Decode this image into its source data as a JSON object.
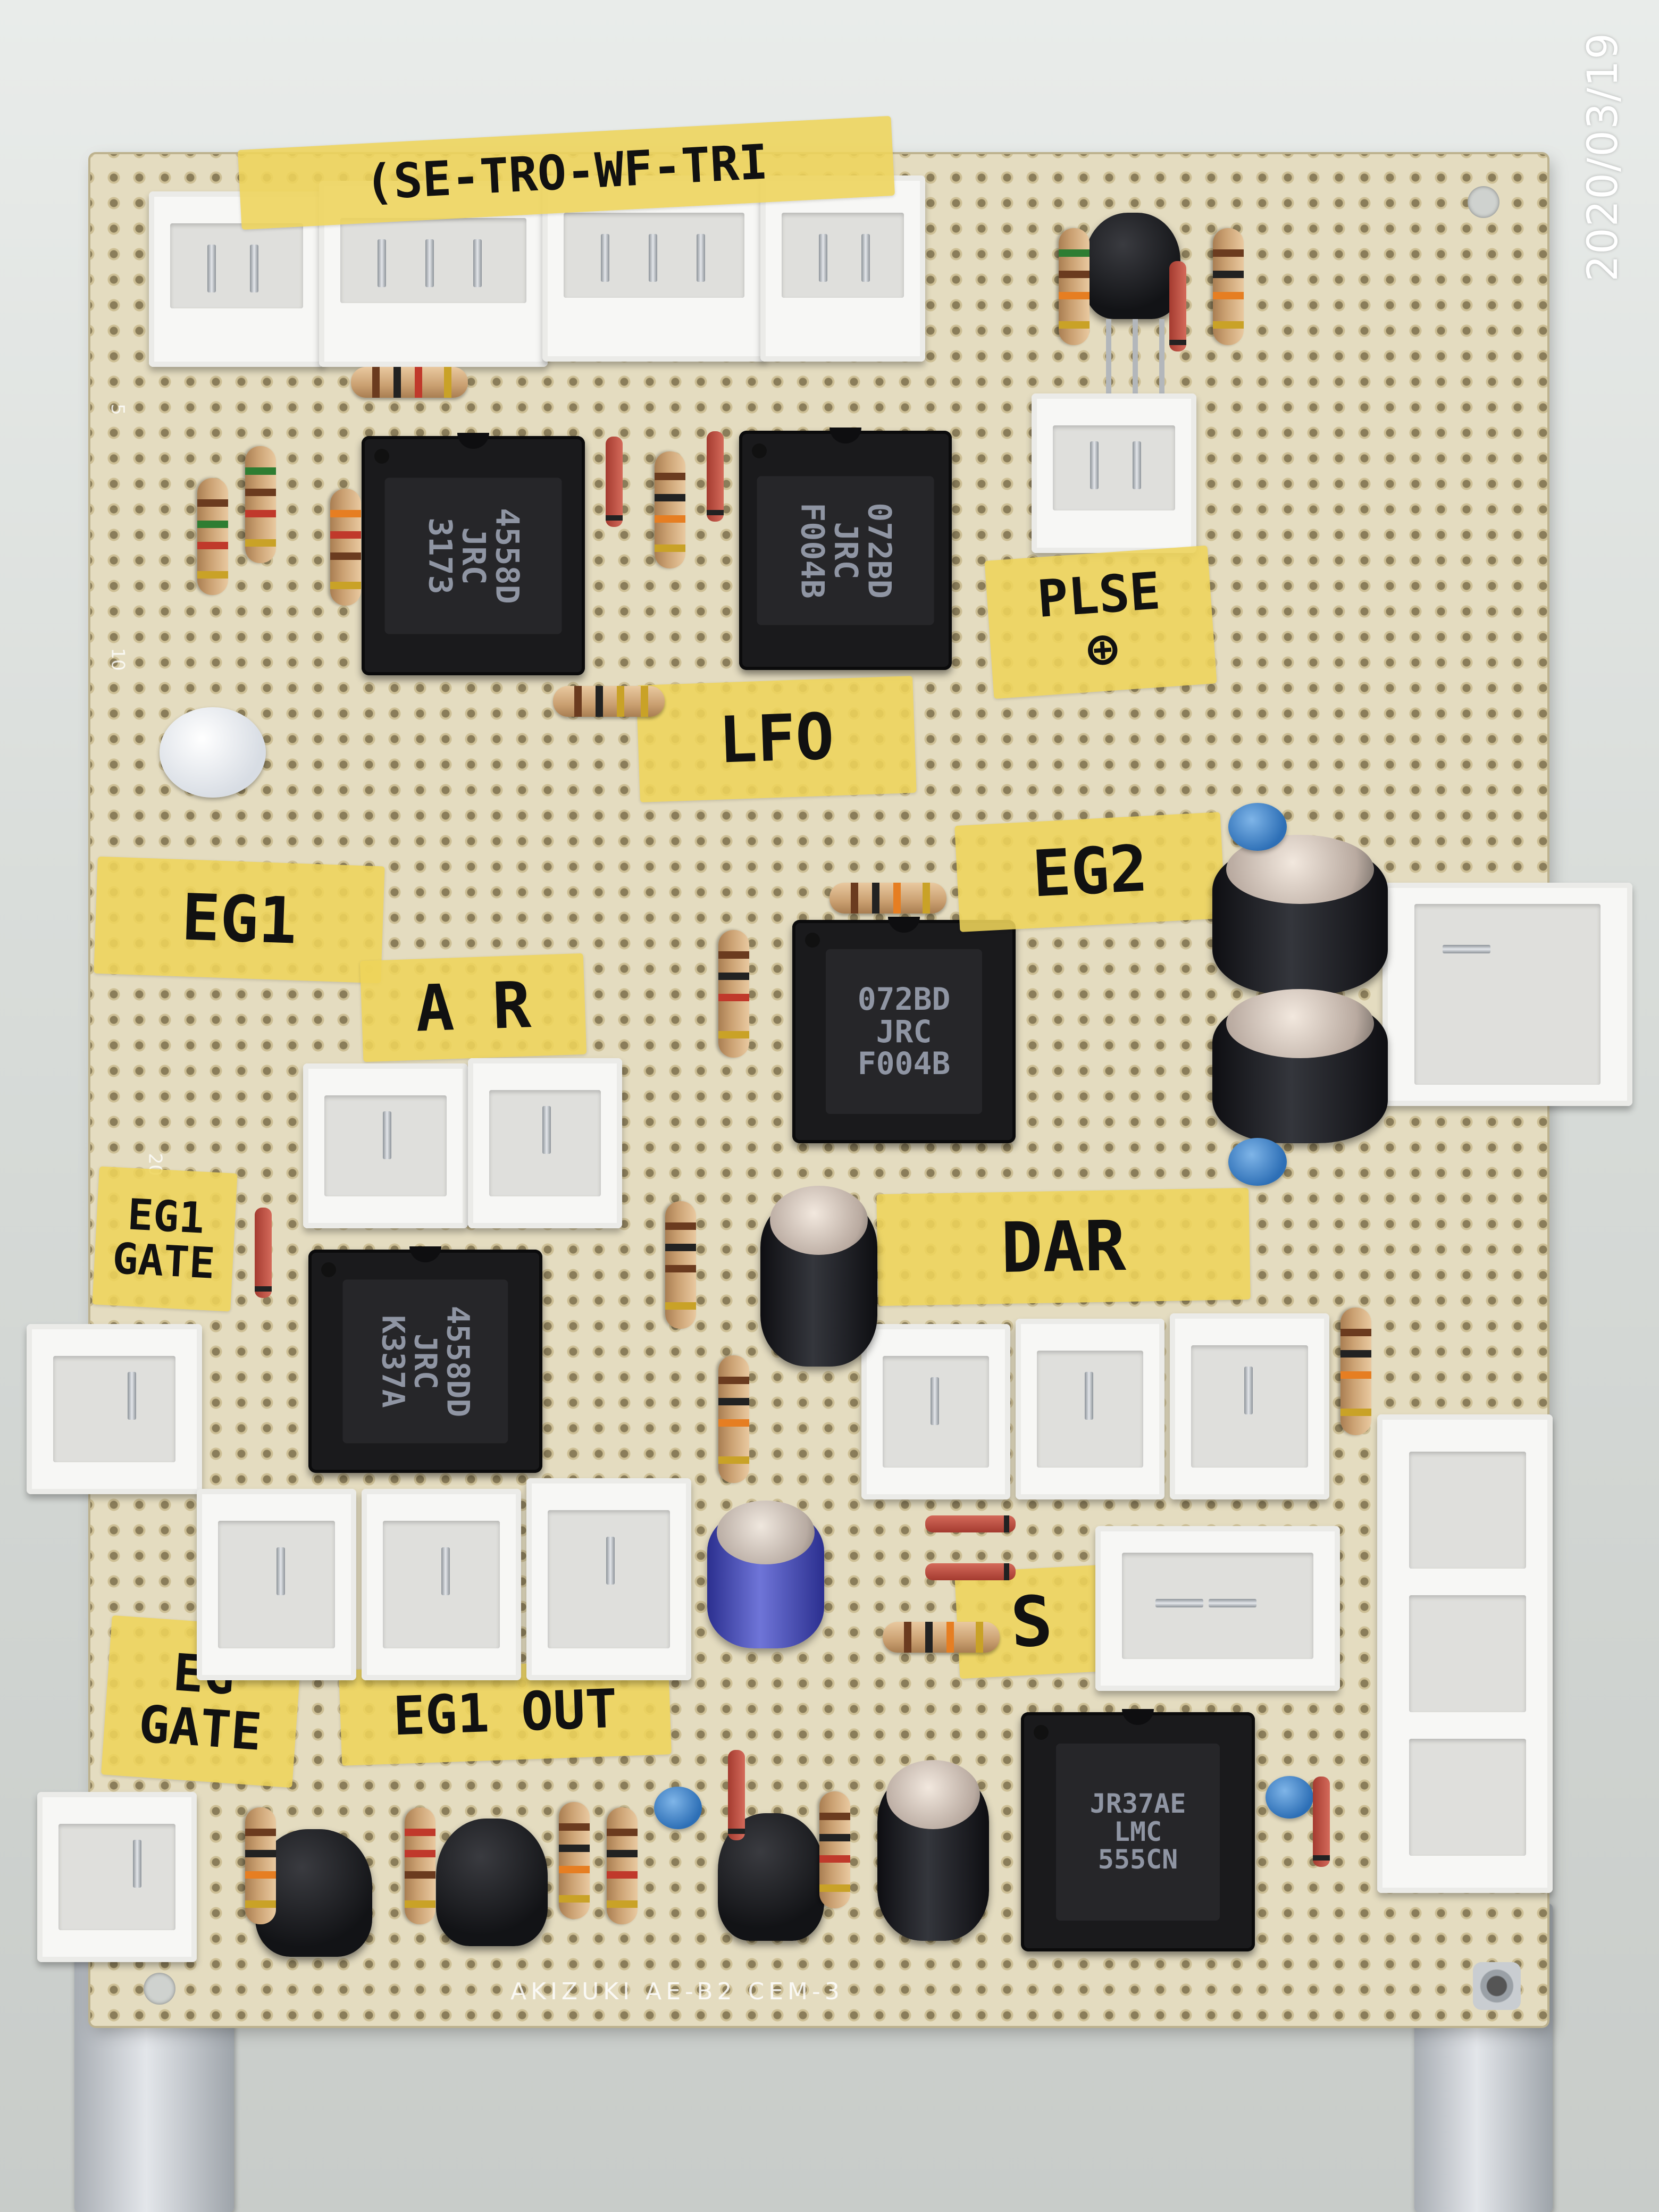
{
  "date_stamp": "2020/03/19",
  "board_print": "AKIZUKI   AE-B2 CEM-3",
  "grid_numbers": [
    "5",
    "10",
    "20"
  ],
  "labels": {
    "top_header": "(SE-TRO-WF-TRI",
    "plse": "PLSE\n⊕",
    "lfo": "LFO",
    "eg2": "EG2",
    "eg1": "EG1",
    "ar": "A R",
    "eg1_gate": "EG1\nGATE",
    "dar": "DAR",
    "s": "S",
    "eg_gate": "EG\nGATE",
    "eg1_out": "EG1 OUT"
  },
  "chips": {
    "c1": {
      "line1": "4558D",
      "line2": "JRC",
      "line3": "3173"
    },
    "c2": {
      "line1": "072BD",
      "line2": "JRC",
      "line3": "F004B"
    },
    "c3": {
      "line1": "072BD",
      "line2": "JRC",
      "line3": "F004B"
    },
    "c4": {
      "line1": "4558DD",
      "line2": "JRC",
      "line3": "K337A"
    },
    "c5": {
      "line1": "JR37AE",
      "line2": "LMC",
      "line3": "555CN"
    }
  }
}
